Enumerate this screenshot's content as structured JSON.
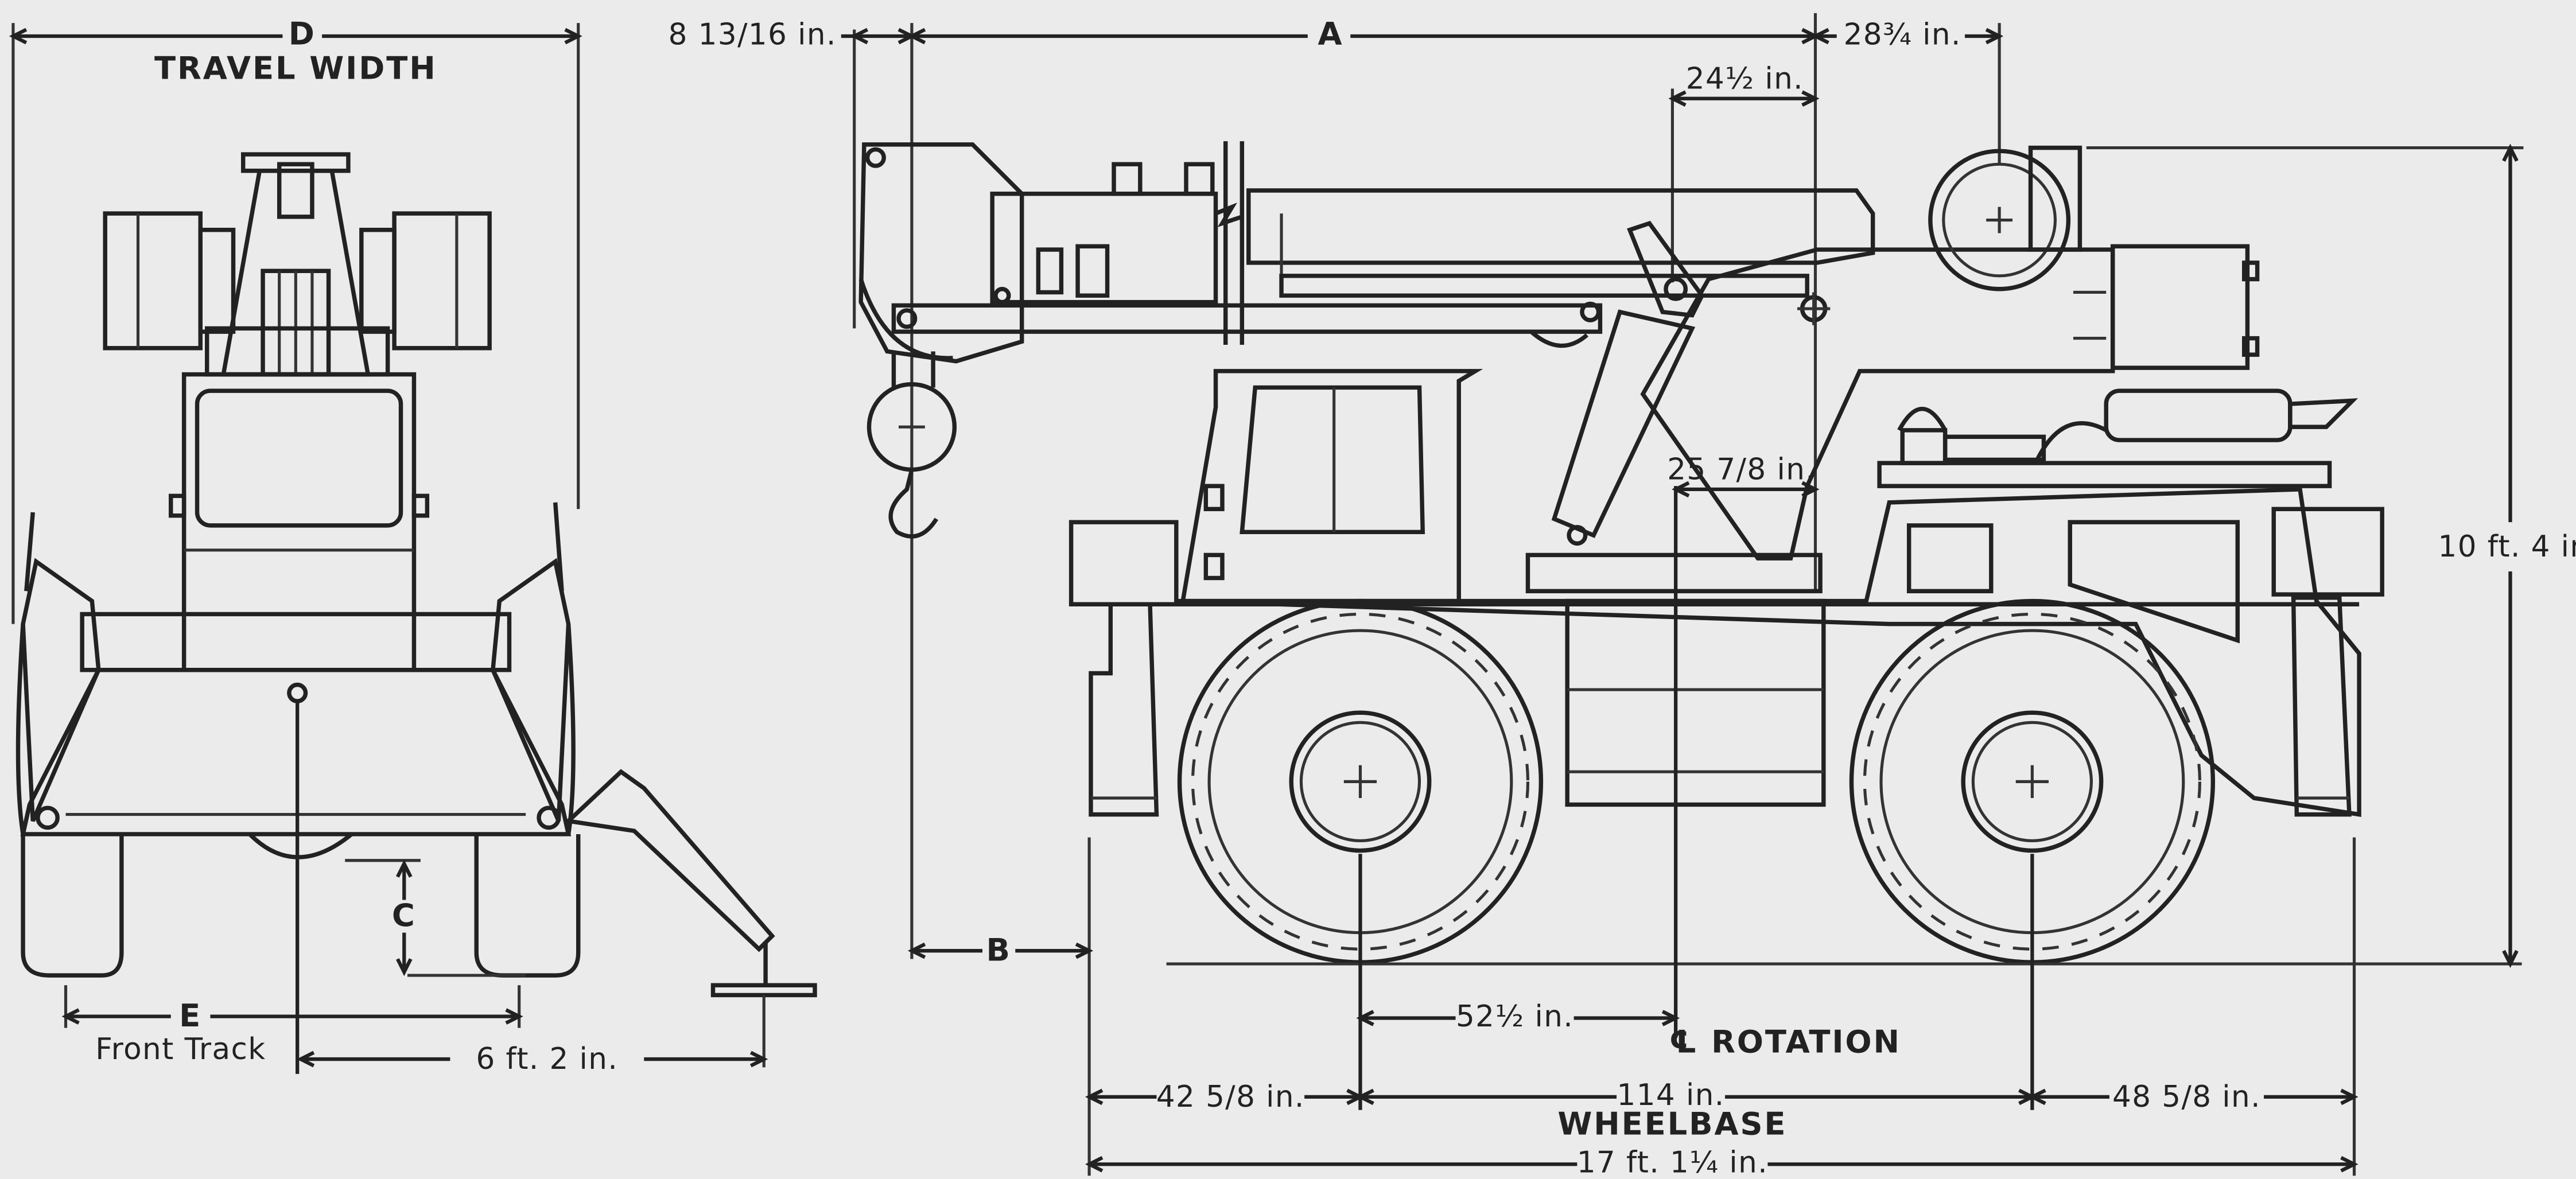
{
  "front_view": {
    "dim_d": "D",
    "travel_width": "TRAVEL WIDTH",
    "dim_c": "C",
    "dim_e": "E",
    "front_track": "Front Track",
    "outrigger_reach": "6 ft. 2 in."
  },
  "side_view": {
    "hook_offset": "8 13/16 in.",
    "dim_a": "A",
    "dim_28": "28¾ in.",
    "dim_24": "24½ in.",
    "dim_25": "25 7/8 in.",
    "overall_height": "10 ft. 4 in.",
    "dim_b": "B",
    "dim_52": "52½ in.",
    "rotation": "℄ ROTATION",
    "front_overhang": "42 5/8 in.",
    "wheelbase_value": "114 in.",
    "rear_overhang": "48 5/8 in.",
    "wheelbase": "WHEELBASE",
    "overall_length": "17 ft. 1¼ in."
  }
}
